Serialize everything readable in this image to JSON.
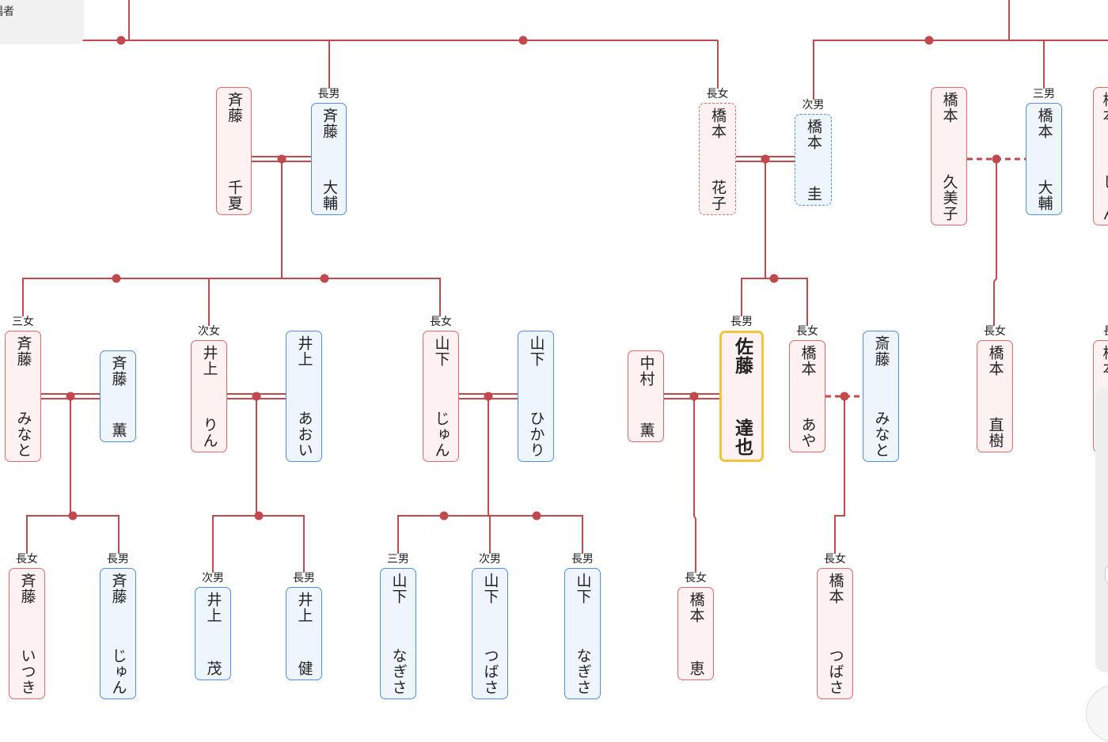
{
  "legend": {
    "label": "偶者"
  },
  "people": [
    {
      "id": "saito-chika",
      "rel": "",
      "sur": "斉藤",
      "given": "千夏",
      "sex": "f",
      "style": ""
    },
    {
      "id": "saito-daisuke",
      "rel": "長男",
      "sur": "斉藤",
      "given": "大輔",
      "sex": "m",
      "style": ""
    },
    {
      "id": "hashimoto-hanako",
      "rel": "長女",
      "sur": "橋本",
      "given": "花子",
      "sex": "f",
      "style": "dashed"
    },
    {
      "id": "hashimoto-kei",
      "rel": "次男",
      "sur": "橋本",
      "given": "圭",
      "sex": "m",
      "style": "dashed"
    },
    {
      "id": "hashimoto-kumiko",
      "rel": "",
      "sur": "橋本",
      "given": "久美子",
      "sex": "f",
      "style": ""
    },
    {
      "id": "hashimoto-daisuke",
      "rel": "三男",
      "sur": "橋本",
      "given": "大輔",
      "sex": "m",
      "style": ""
    },
    {
      "id": "hashimoto-jun-edge",
      "rel": "",
      "sur": "橋本",
      "given": "じゅん",
      "sex": "f",
      "style": ""
    },
    {
      "id": "saito-minato",
      "rel": "三女",
      "sur": "斉藤",
      "given": "みなと",
      "sex": "f",
      "style": ""
    },
    {
      "id": "saito-kaoru",
      "rel": "",
      "sur": "斉藤",
      "given": "薫",
      "sex": "m",
      "style": ""
    },
    {
      "id": "inoue-rin",
      "rel": "次女",
      "sur": "井上",
      "given": "りん",
      "sex": "f",
      "style": ""
    },
    {
      "id": "inoue-aoi",
      "rel": "",
      "sur": "井上",
      "given": "あおい",
      "sex": "m",
      "style": ""
    },
    {
      "id": "yamashita-jun",
      "rel": "長女",
      "sur": "山下",
      "given": "じゅん",
      "sex": "f",
      "style": ""
    },
    {
      "id": "yamashita-hikari",
      "rel": "",
      "sur": "山下",
      "given": "ひかり",
      "sex": "m",
      "style": ""
    },
    {
      "id": "nakamura-kaoru",
      "rel": "",
      "sur": "中村",
      "given": "薫",
      "sex": "f",
      "style": ""
    },
    {
      "id": "sato-tatsuya",
      "rel": "長男",
      "sur": "佐藤",
      "given": "達也",
      "sex": "f",
      "style": "hl"
    },
    {
      "id": "hashimoto-aya",
      "rel": "長女",
      "sur": "橋本",
      "given": "あや",
      "sex": "f",
      "style": ""
    },
    {
      "id": "saito-minato-2",
      "rel": "",
      "sur": "斎藤",
      "given": "みなと",
      "sex": "m",
      "style": ""
    },
    {
      "id": "hashimoto-naoki",
      "rel": "長女",
      "sur": "橋本",
      "given": "直樹",
      "sex": "f",
      "style": ""
    },
    {
      "id": "hashimoto-edge-2",
      "rel": "長",
      "sur": "橋本",
      "given": "",
      "sex": "f",
      "style": ""
    },
    {
      "id": "saito-itsuki",
      "rel": "長女",
      "sur": "斉藤",
      "given": "いつき",
      "sex": "f",
      "style": ""
    },
    {
      "id": "saito-jun",
      "rel": "長男",
      "sur": "斉藤",
      "given": "じゅん",
      "sex": "m",
      "style": ""
    },
    {
      "id": "inoue-shigeru",
      "rel": "次男",
      "sur": "井上",
      "given": "茂",
      "sex": "m",
      "style": ""
    },
    {
      "id": "inoue-ken",
      "rel": "長男",
      "sur": "井上",
      "given": "健",
      "sex": "m",
      "style": ""
    },
    {
      "id": "yamashita-nagisa-3",
      "rel": "三男",
      "sur": "山下",
      "given": "なぎさ",
      "sex": "m",
      "style": ""
    },
    {
      "id": "yamashita-tsubasa",
      "rel": "次男",
      "sur": "山下",
      "given": "つばさ",
      "sex": "m",
      "style": ""
    },
    {
      "id": "yamashita-nagisa-1",
      "rel": "長男",
      "sur": "山下",
      "given": "なぎさ",
      "sex": "m",
      "style": ""
    },
    {
      "id": "hashimoto-megumi",
      "rel": "長女",
      "sur": "橋本",
      "given": "恵",
      "sex": "f",
      "style": ""
    },
    {
      "id": "hashimoto-tsubasa",
      "rel": "長女",
      "sur": "橋本",
      "given": "つばさ",
      "sex": "f",
      "style": ""
    }
  ],
  "colors": {
    "line": "#c0494e",
    "female_border": "#df6b6b",
    "male_border": "#4f90e0",
    "highlight_border": "#f0c63c"
  }
}
